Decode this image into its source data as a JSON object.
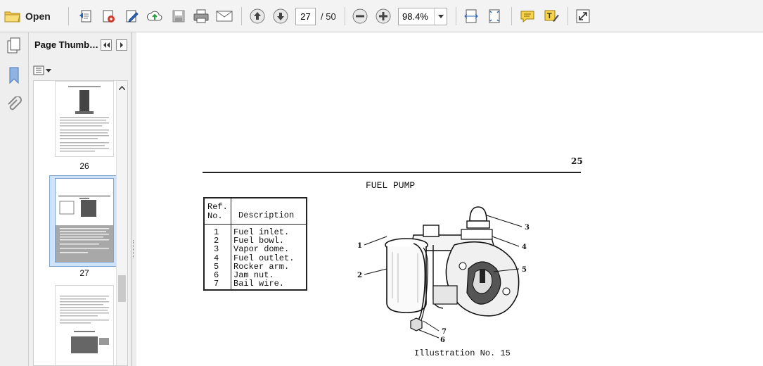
{
  "toolbar": {
    "open_label": "Open",
    "current_page": "27",
    "total_pages": "/ 50",
    "zoom": "98.4%"
  },
  "panel": {
    "title": "Page Thumbna...",
    "thumbnails": [
      {
        "label": "26"
      },
      {
        "label": "27"
      },
      {
        "label": ""
      }
    ]
  },
  "document": {
    "page_number": "25",
    "title": "FUEL PUMP",
    "table": {
      "header_ref": "Ref.\nNo.",
      "header_description": "Description",
      "rows": [
        {
          "no": "1",
          "desc": "Fuel inlet."
        },
        {
          "no": "2",
          "desc": "Fuel bowl."
        },
        {
          "no": "3",
          "desc": "Vapor dome."
        },
        {
          "no": "4",
          "desc": "Fuel outlet."
        },
        {
          "no": "5",
          "desc": "Rocker arm."
        },
        {
          "no": "6",
          "desc": "Jam nut."
        },
        {
          "no": "7",
          "desc": "Bail wire."
        }
      ]
    },
    "callouts": [
      "1",
      "2",
      "3",
      "4",
      "5",
      "6",
      "7"
    ],
    "caption": "Illustration No. 15"
  },
  "icons": {
    "open": "folder-icon",
    "toolbar": [
      "create-pdf-icon",
      "convert-icon",
      "edit-icon",
      "upload-icon",
      "save-icon",
      "print-icon",
      "email-icon",
      "previous-page-icon",
      "next-page-icon",
      "zoom-out-icon",
      "zoom-in-icon",
      "fit-width-icon",
      "fit-page-icon",
      "comment-icon",
      "highlight-icon",
      "fullscreen-icon"
    ],
    "rail": [
      "pages-icon",
      "bookmark-icon",
      "attachment-icon"
    ]
  },
  "colors": {
    "accent": "#2a64b8",
    "selection": "#cfe3f8",
    "toolbar_bg": "#f3f3f3"
  }
}
